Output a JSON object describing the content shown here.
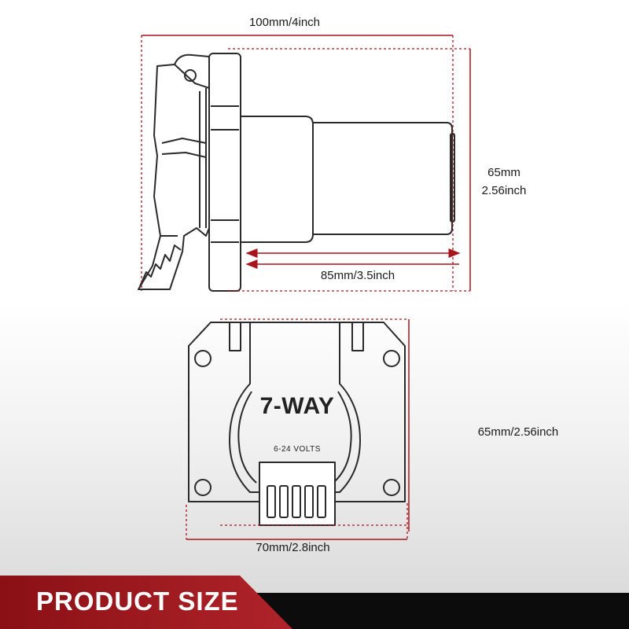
{
  "dimensions": {
    "overall_width": "100mm/4inch",
    "side_height_mm": "65mm",
    "side_height_inch": "2.56inch",
    "body_length": "85mm/3.5inch",
    "front_height": "65mm/2.56inch",
    "front_width": "70mm/2.8inch"
  },
  "plug_face": {
    "model": "7-WAY",
    "voltage": "6-24 VOLTS"
  },
  "banner": {
    "title": "PRODUCT SIZE"
  },
  "colors": {
    "dimension_red": "#a8141b",
    "outline": "#2a2a2a",
    "banner_red": "#9e1b20",
    "banner_black": "#0c0c0c"
  }
}
